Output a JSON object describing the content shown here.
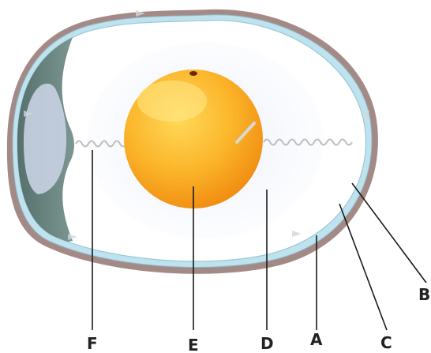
{
  "labels": {
    "a": "A",
    "b": "B",
    "c": "C",
    "d": "D",
    "e": "E",
    "f": "F"
  },
  "colors": {
    "shell": "#a48a86",
    "membrane": "#bfe3ee",
    "air_cell": "#5f7a76",
    "albumen": "#ffffff",
    "yolk": "#f9a51c",
    "yolk_highlight": "#ffd95a",
    "chalaza": "#cfcfcf",
    "label": "#222222"
  }
}
